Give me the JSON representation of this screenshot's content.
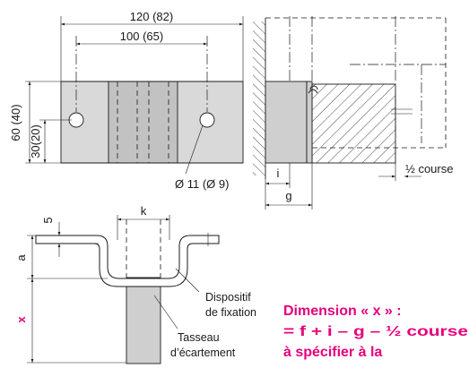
{
  "front_view": {
    "dim_total_width": "120 (82)",
    "dim_hole_spacing": "100 (65)",
    "dim_height": "60 (40)",
    "dim_half_height": "30(20)",
    "hole_label": "Ø 11 (Ø 9)"
  },
  "side_view": {
    "label_i": "i",
    "label_g": "g",
    "label_half_stroke": "½ course"
  },
  "bottom_view": {
    "label_5": "5",
    "label_k": "k",
    "label_a": "a",
    "label_x": "x",
    "label_fixation_line1": "Dispositif",
    "label_fixation_line2": "de fixation",
    "label_spacer_line1": "Tasseau",
    "label_spacer_line2": "d’écartement"
  },
  "caption": {
    "title": "Dimension « x » :",
    "formula": "= f + i – g – ½ course",
    "specify": "à spécifier à la"
  },
  "colors": {
    "accent": "#e6007e",
    "fill": "#cfcfcf"
  }
}
